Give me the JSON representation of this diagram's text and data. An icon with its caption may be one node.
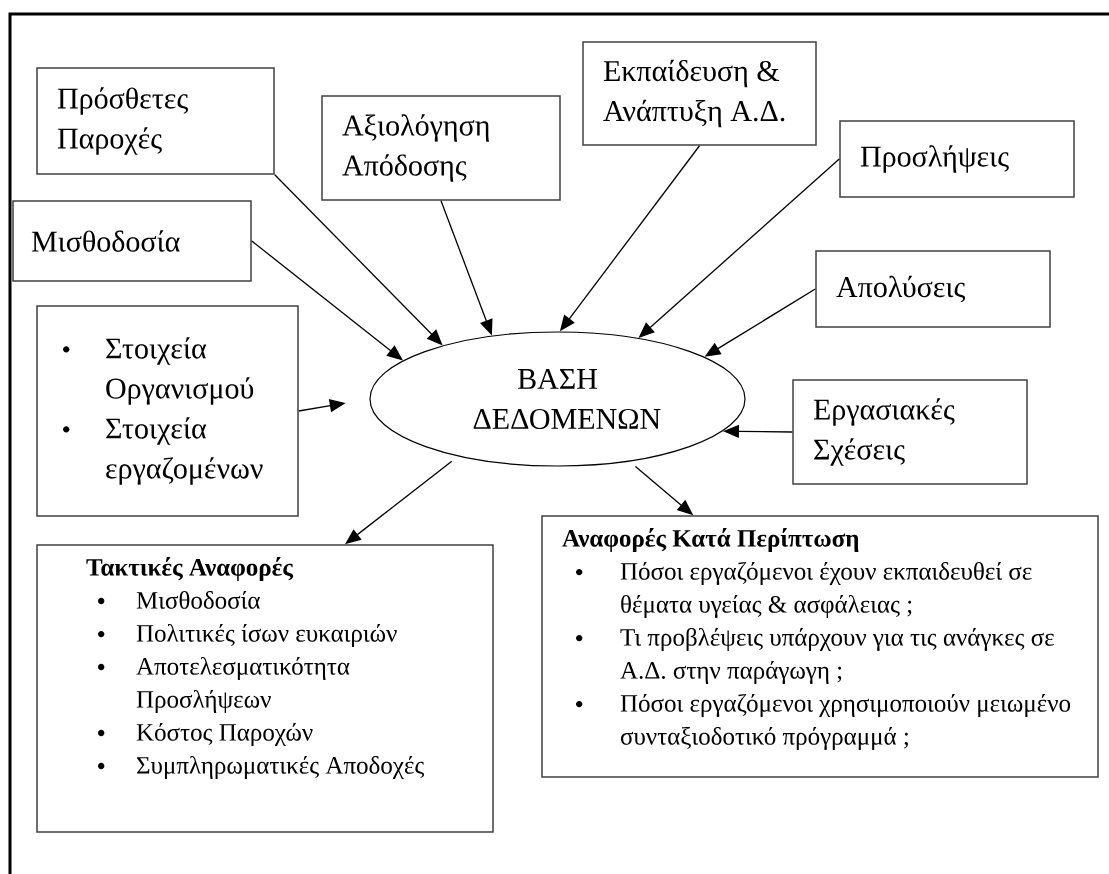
{
  "diagram": {
    "nodes": [
      {
        "text": [
          "Πρόσθετες Παροχές"
        ]
      },
      {
        "text": [
          "Αξιολόγηση Απόδοσης"
        ]
      },
      {
        "text": [
          "Εκπαίδευση & Ανάπτυξη Α.Δ."
        ]
      },
      {
        "text": [
          "Προσλήψεις"
        ]
      },
      {
        "text": [
          "Μισθοδοσία"
        ]
      },
      {
        "text": [
          "Απολύσεις"
        ]
      },
      {
        "text": [
          "Στοιχεία Οργανισμού",
          "Στοιχεία εργαζομένων"
        ]
      },
      {
        "text": [
          "ΒΑΣΗ ΔΕΔΟΜΕΝΩΝ"
        ]
      },
      {
        "text": [
          "Εργασιακές Σχέσεις"
        ]
      },
      {
        "text": [
          "Τακτικές Αναφορές",
          "Μισθοδοσία",
          "Πολιτικές ίσων ευκαιριών",
          "Αποτελεσματικότητα Προσλήψεων",
          "Κόστος Παροχών",
          "Συμπληρωματικές Αποδοχές"
        ]
      },
      {
        "text": [
          "Αναφορές Κατά Περίπτωση",
          "Πόσοι εργαζόμενοι έχουν εκπαιδευθεί σε θέματα υγείας & ασφάλειας ;",
          "Τι προβλέψεις υπάρχουν για τις ανάγκες σε Α.Δ. στην παράγωγη ;",
          "Πόσοι εργαζόμενοι χρησιμοποιούν μειωμένο συνταξιοδοτικό πρόγραμμά ;"
        ]
      }
    ],
    "edges": [
      {
        "from": 0,
        "to": 7,
        "arrow": "to"
      },
      {
        "from": 1,
        "to": 7,
        "arrow": "to"
      },
      {
        "from": 2,
        "to": 7,
        "arrow": "to"
      },
      {
        "from": 3,
        "to": 7,
        "arrow": "to"
      },
      {
        "from": 4,
        "to": 7,
        "arrow": "to"
      },
      {
        "from": 5,
        "to": 7,
        "arrow": "to"
      },
      {
        "from": 6,
        "to": 7,
        "arrow": "to"
      },
      {
        "from": 8,
        "to": 7,
        "arrow": "to"
      },
      {
        "from": 7,
        "to": 9,
        "arrow": "to"
      },
      {
        "from": 7,
        "to": 10,
        "arrow": "to"
      }
    ]
  }
}
